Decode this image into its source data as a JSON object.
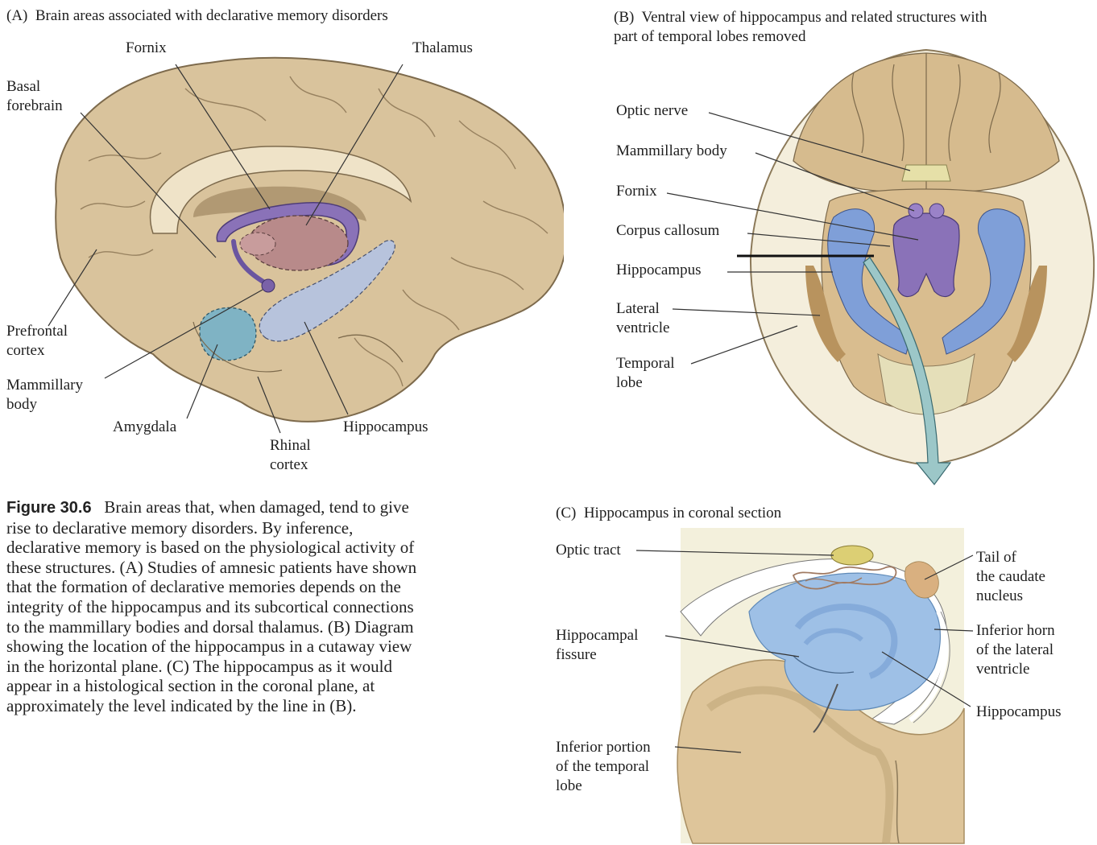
{
  "panelA": {
    "title": "(A)  Brain areas associated with declarative memory disorders",
    "labels": {
      "fornix": "Fornix",
      "thalamus": "Thalamus",
      "basal_forebrain": "Basal\nforebrain",
      "prefrontal_cortex": "Prefrontal\ncortex",
      "mammillary_body": "Mammillary\nbody",
      "amygdala": "Amygdala",
      "rhinal_cortex": "Rhinal\ncortex",
      "hippocampus": "Hippocampus"
    }
  },
  "panelB": {
    "title": "(B)  Ventral view of hippocampus and related structures with\npart of temporal lobes removed",
    "labels": {
      "optic_nerve": "Optic nerve",
      "mammillary_body": "Mammillary body",
      "fornix": "Fornix",
      "corpus_callosum": "Corpus callosum",
      "hippocampus": "Hippocampus",
      "lateral_ventricle": "Lateral\nventricle",
      "temporal_lobe": "Temporal\nlobe"
    }
  },
  "panelC": {
    "title": "(C)  Hippocampus in coronal section",
    "labels": {
      "optic_tract": "Optic tract",
      "hippocampal_fissure": "Hippocampal\nfissure",
      "inferior_portion": "Inferior portion\nof the temporal\nlobe",
      "tail_caudate": "Tail of\nthe caudate\nnucleus",
      "inferior_horn": "Inferior horn\nof the lateral\nventricle",
      "hippocampus": "Hippocampus"
    }
  },
  "caption": {
    "figure_number": "Figure 30.6",
    "text": "Brain areas that, when damaged, tend to give rise to declarative memory disorders. By inference, declarative memory is based on the physiological activity of these structures. (A) Studies of amnesic patients have shown that the formation of declarative memories depends on the integrity of the hippocampus and its subcortical connections to the mammillary bodies and dorsal thalamus. (B) Diagram showing the location of the hippocampus in a cutaway view in the horizontal plane. (C) The hippocampus as it would appear in a histological section in the coronal plane, at approximately the level indicated by the line in (B)."
  },
  "colors": {
    "brain_tan": "#d9c39c",
    "brain_outline": "#7d6a4c",
    "fornix_purple": "#8a72b8",
    "thalamus_pink": "#b88a8a",
    "amygdala_teal": "#7fb3c4",
    "hippocampus_blue": "#7f9fd8",
    "background_cream": "#f3f0dc"
  }
}
